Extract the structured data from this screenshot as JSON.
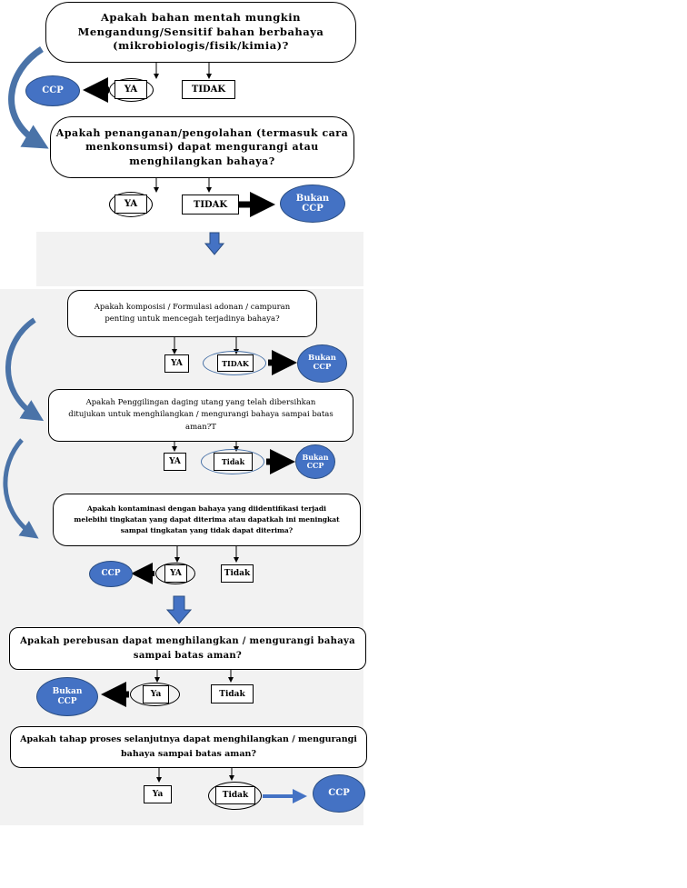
{
  "colors": {
    "terminal_fill": "#4472c4",
    "terminal_border": "#2a4d82",
    "curve_arrow": "#4a73a8",
    "panel_bg": "#f2f2f2"
  },
  "q1": {
    "text": "Apakah bahan mentah mungkin\nMengandung/Sensitif bahan berbahaya\n(mikrobiologis/fisik/kimia)?",
    "yes": "YA",
    "no": "TIDAK",
    "yes_terminal": "CCP"
  },
  "q2": {
    "text": "Apakah penanganan/pengolahan (termasuk cara\nmenkonsumsi) dapat mengurangi atau\nmenghilangkan bahaya?",
    "yes": "YA",
    "no": "TIDAK",
    "no_terminal": "Bukan\nCCP"
  },
  "q3": {
    "text": "Apakah komposisi / Formulasi adonan / campuran\npenting untuk mencegah terjadinya bahaya?",
    "yes": "YA",
    "no": "TIDAK",
    "no_terminal": "Bukan\nCCP"
  },
  "q4": {
    "text": "Apakah Penggilingan daging utang yang telah dibersihkan\nditujukan untuk menghilangkan / mengurangi bahaya sampai batas\naman?T",
    "yes": "YA",
    "no": "Tidak",
    "no_terminal": "Bukan\nCCP"
  },
  "q5": {
    "text": "Apakah kontaminasi dengan bahaya yang diidentifikasi terjadi\nmelebihi tingkatan yang dapat diterima atau dapatkah ini meningkat\nsampai tingkatan yang tidak dapat diterima?",
    "yes": "YA",
    "no": "Tidak",
    "yes_terminal": "CCP"
  },
  "q6": {
    "text": "Apakah  perebusan dapat menghilangkan / mengurangi bahaya\nsampai batas aman?",
    "yes": "Ya",
    "no": "Tidak",
    "yes_terminal": "Bukan\nCCP"
  },
  "q7": {
    "text": "Apakah tahap proses selanjutnya dapat menghilangkan / mengurangi\nbahaya sampai batas aman?",
    "yes": "Ya",
    "no": "Tidak",
    "no_terminal": "CCP"
  }
}
